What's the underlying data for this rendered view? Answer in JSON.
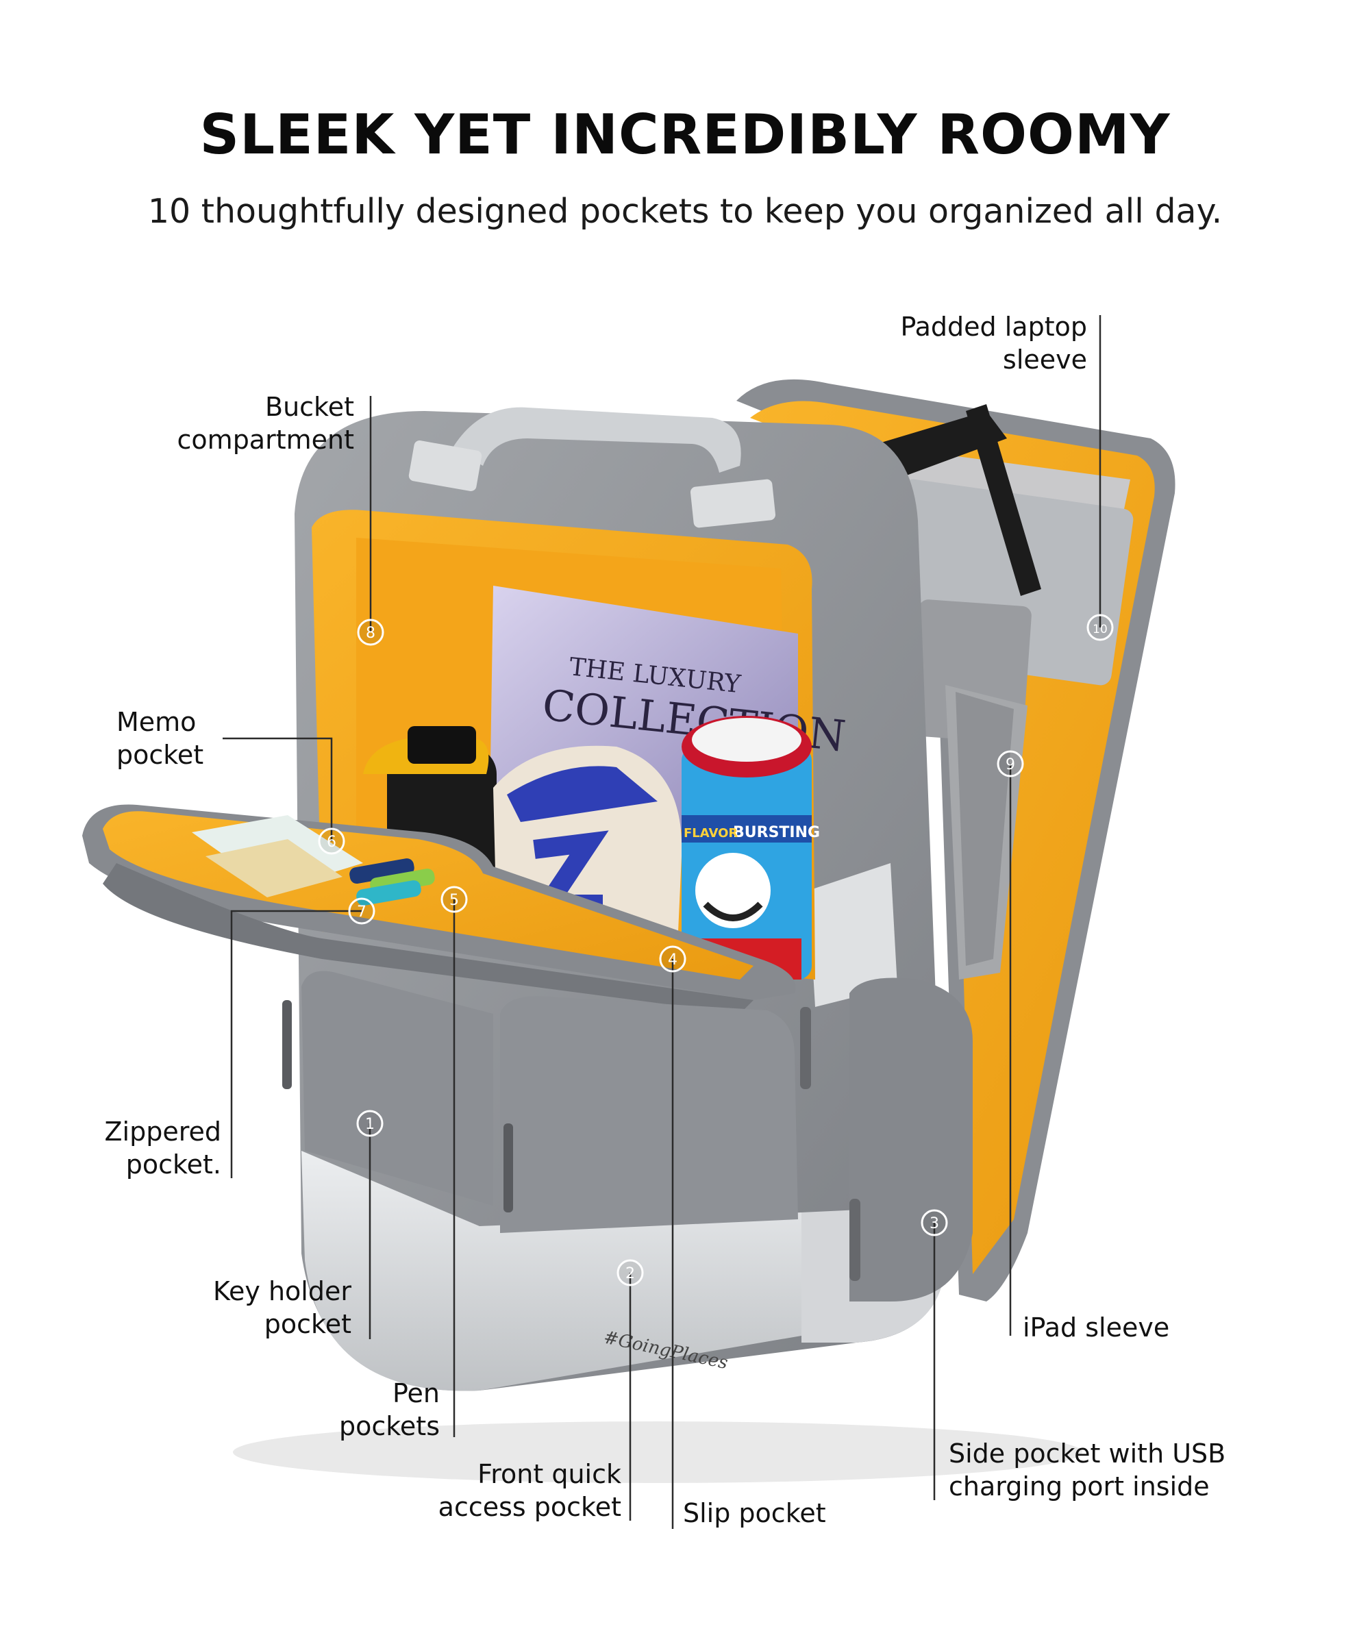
{
  "header": {
    "title": "SLEEK YET INCREDIBLY ROOMY",
    "subtitle": "10 thoughtfully designed pockets to keep you organized all day."
  },
  "product": {
    "magazine_line1": "THE LUXURY",
    "magazine_line2": "COLLECTION",
    "can_text": "BURSTING",
    "can_text2": "FLAVOR",
    "brand_signature": "#GoingPlaces"
  },
  "colors": {
    "lining": "#f6a81c",
    "body": "#8e9196",
    "trim": "#d8dadc"
  },
  "callouts": [
    {
      "number": "1",
      "label": "Key holder\npocket"
    },
    {
      "number": "2",
      "label": "Front quick\naccess pocket"
    },
    {
      "number": "3",
      "label": "Side pocket with USB\ncharging port inside"
    },
    {
      "number": "4",
      "label": "Slip pocket"
    },
    {
      "number": "5",
      "label": "Pen\npockets"
    },
    {
      "number": "6",
      "label": "Memo\npocket"
    },
    {
      "number": "7",
      "label": "Zippered\npocket."
    },
    {
      "number": "8",
      "label": "Bucket\ncompartment"
    },
    {
      "number": "9",
      "label": "iPad sleeve"
    },
    {
      "number": "10",
      "label": "Padded laptop\nsleeve"
    }
  ]
}
